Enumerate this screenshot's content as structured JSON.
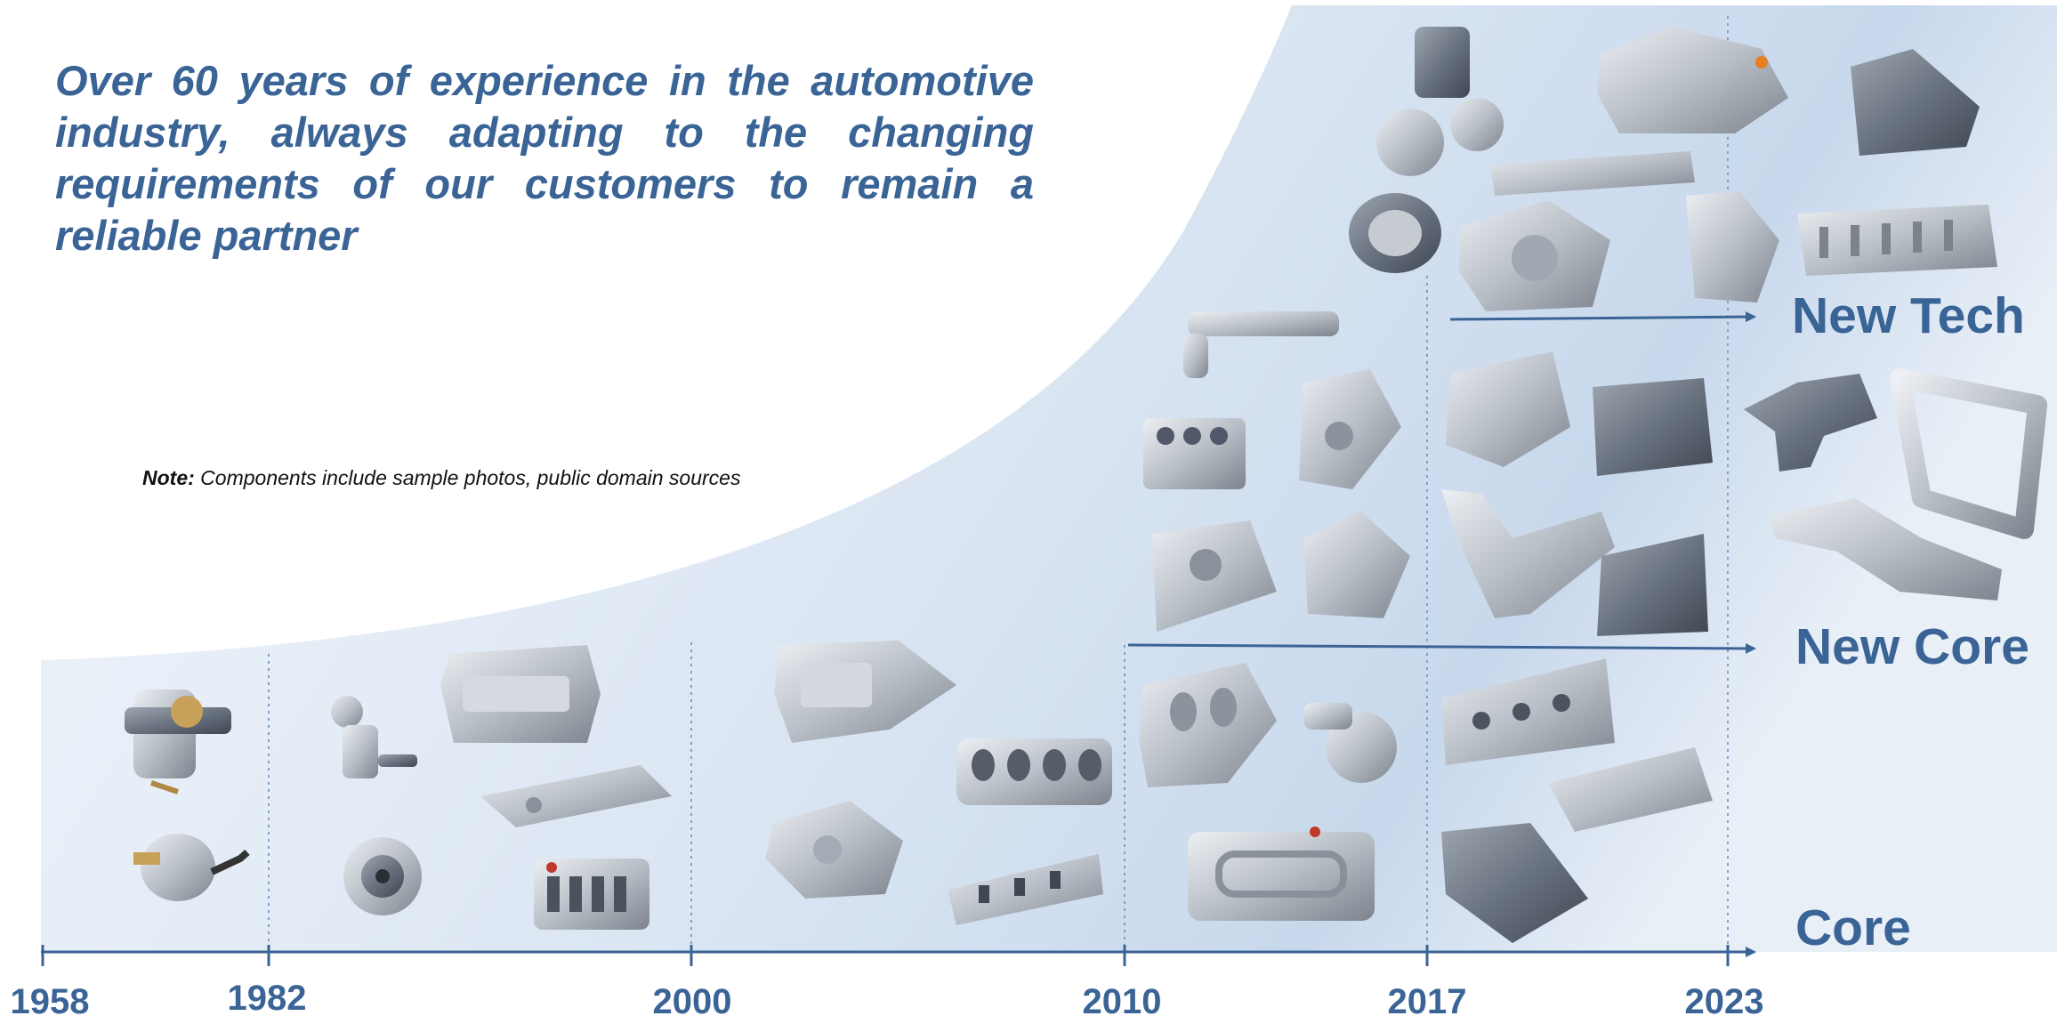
{
  "headline": "Over 60 years of experience in the automotive industry, always adapting to the changing requirements of our customers to remain a reliable partner",
  "note": {
    "label": "Note:",
    "text": " Components include sample photos, public domain sources"
  },
  "tiers": {
    "new_tech": "New Tech",
    "new_core": "New Core",
    "core": "Core"
  },
  "timeline": {
    "years": [
      "1958",
      "1982",
      "2000",
      "2010",
      "2017",
      "2023"
    ]
  },
  "colors": {
    "accent": "#3a6496",
    "background_gradient_start": "#eef3fa",
    "background_gradient_end": "#c9d9ec"
  },
  "components": [
    "carburetor-icon",
    "fuel-pump-icon",
    "oil-pump-icon",
    "water-pump-icon",
    "oil-pan-icon",
    "valve-cover-icon",
    "intake-manifold-icon",
    "engine-block-icon",
    "transmission-housing-icon",
    "cylinder-head-icon",
    "battery-tray-icon",
    "motor-housing-icon",
    "subframe-icon",
    "inverter-housing-icon"
  ]
}
